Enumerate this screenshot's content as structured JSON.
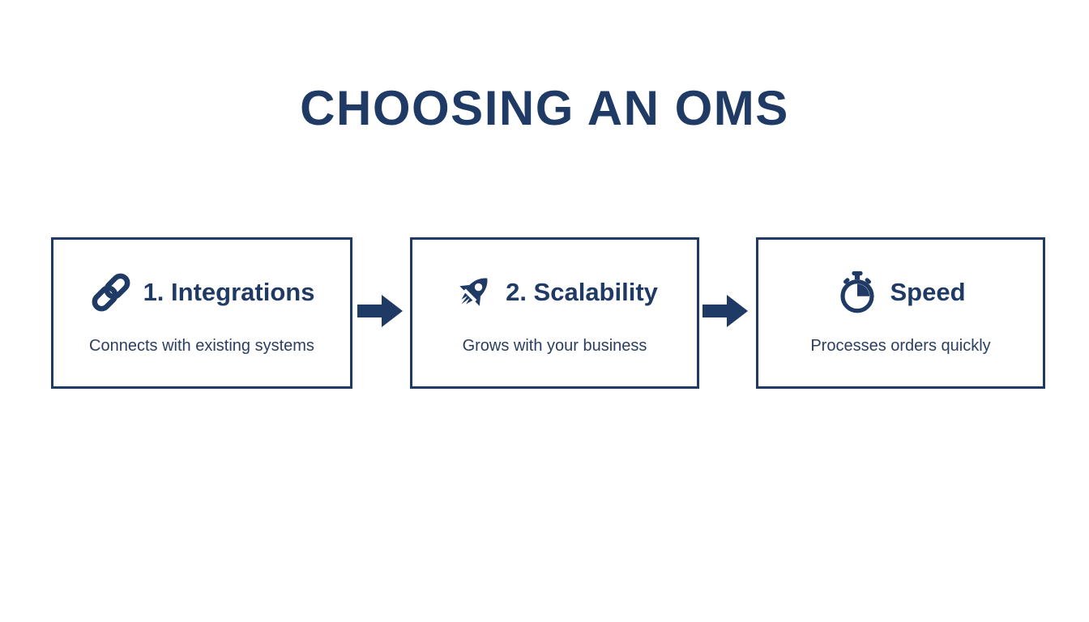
{
  "page": {
    "background_color": "#ffffff",
    "accent_color": "#1f3a64",
    "description_text_color": "#2c3e5f"
  },
  "title": "CHOOSING AN OMS",
  "cards": [
    {
      "icon": "link-icon",
      "heading": "1. Integrations",
      "description": "Connects with existing systems"
    },
    {
      "icon": "rocket-icon",
      "heading": "2. Scalability",
      "description": "Grows with your business"
    },
    {
      "icon": "stopwatch-icon",
      "heading": "Speed",
      "description": "Processes orders quickly"
    }
  ],
  "connectors": [
    {
      "icon": "arrow-right-icon"
    },
    {
      "icon": "arrow-right-icon"
    }
  ]
}
